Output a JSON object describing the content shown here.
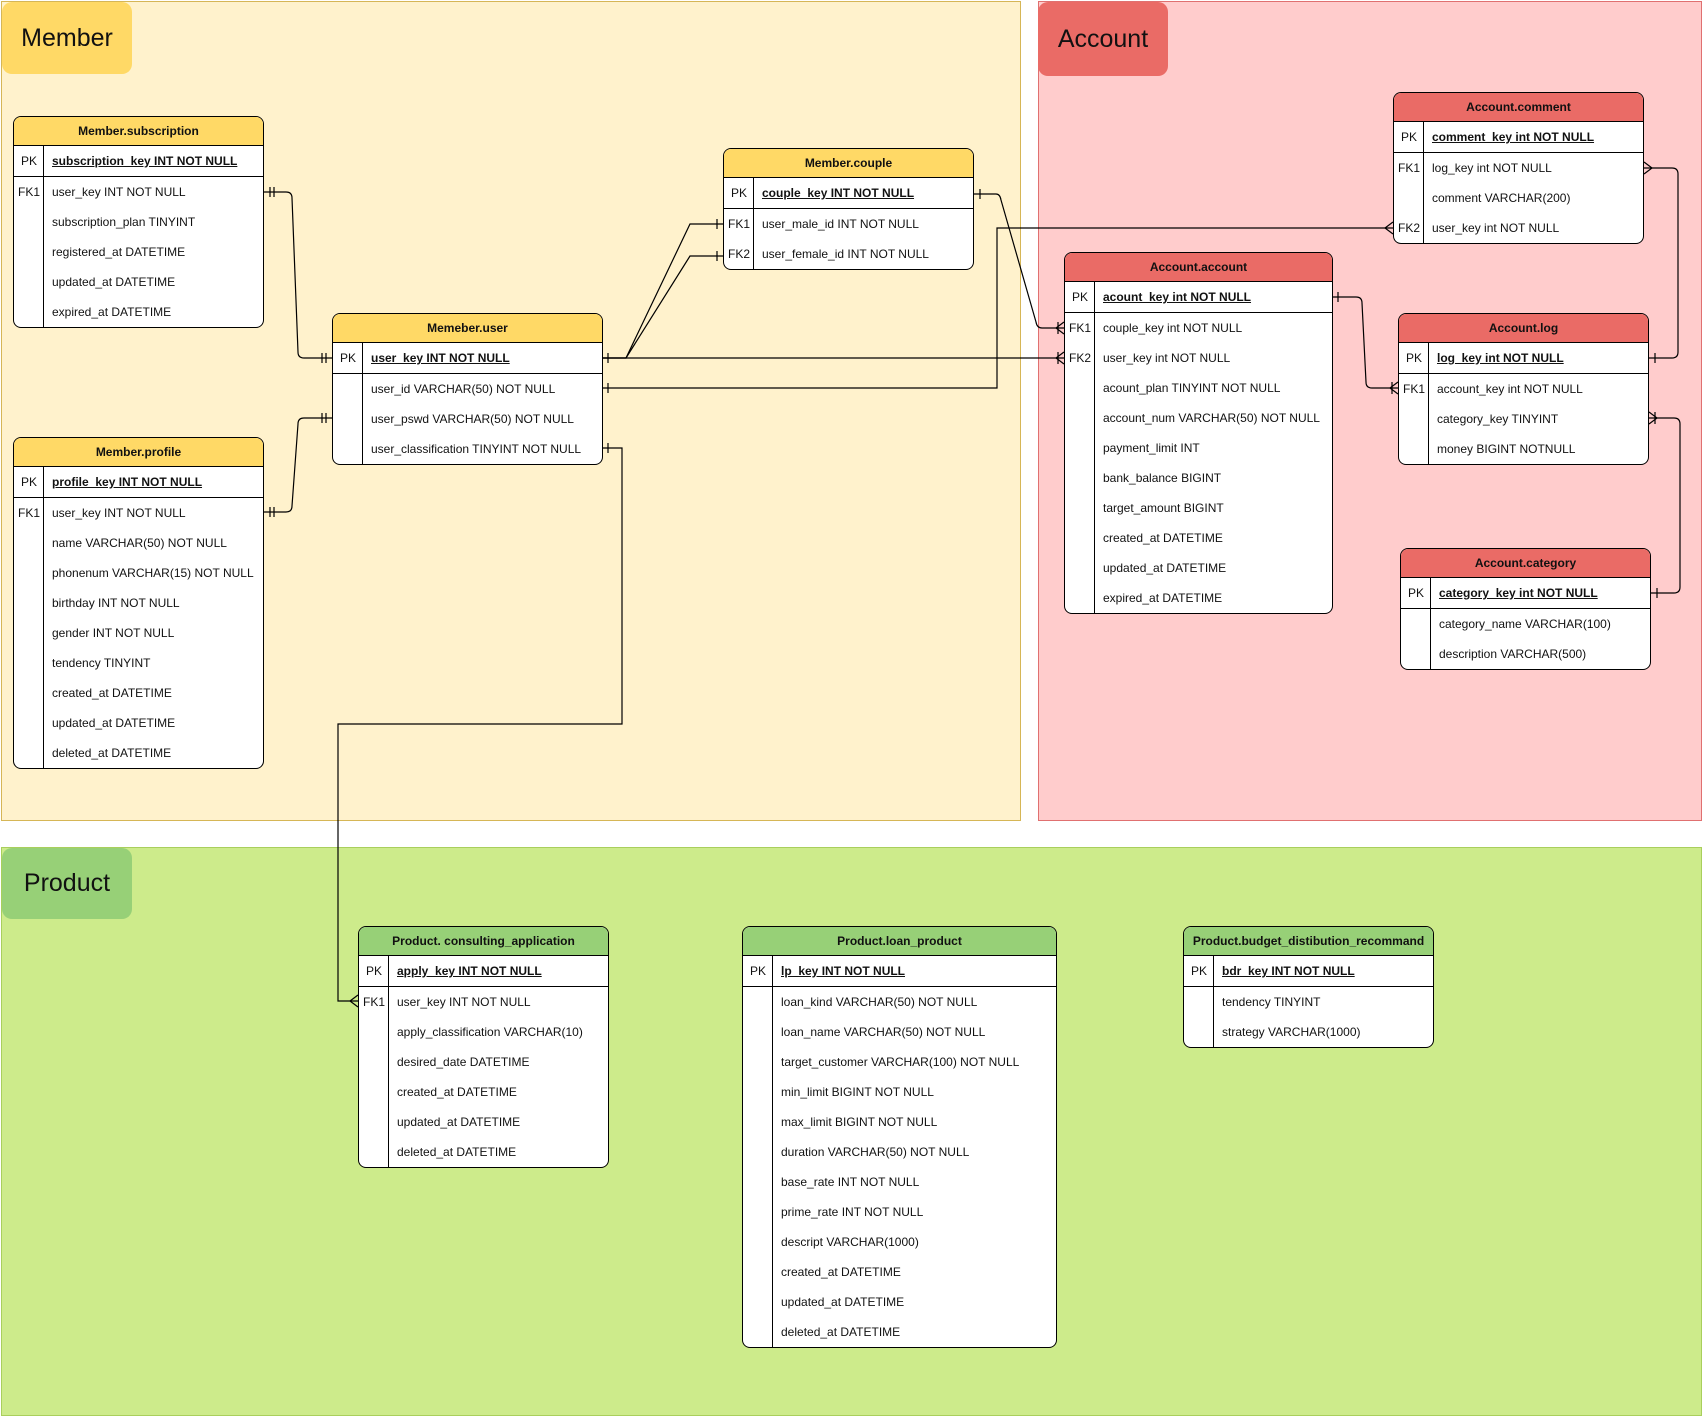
{
  "zones": {
    "member": "Member",
    "account": "Account",
    "product": "Product"
  },
  "entities": {
    "subscription": {
      "title": "Member.subscription",
      "pk": {
        "key": "PK",
        "field": "subscription_key INT NOT NULL"
      },
      "rows": [
        {
          "key": "FK1",
          "field": "user_key INT NOT NULL"
        },
        {
          "key": "",
          "field": "subscription_plan TINYINT"
        },
        {
          "key": "",
          "field": "registered_at DATETIME"
        },
        {
          "key": "",
          "field": "updated_at DATETIME"
        },
        {
          "key": "",
          "field": "expired_at DATETIME"
        }
      ]
    },
    "profile": {
      "title": "Member.profile",
      "pk": {
        "key": "PK",
        "field": "profile_key INT NOT NULL"
      },
      "rows": [
        {
          "key": "FK1",
          "field": "user_key INT NOT NULL"
        },
        {
          "key": "",
          "field": "name VARCHAR(50) NOT NULL"
        },
        {
          "key": "",
          "field": "phonenum VARCHAR(15) NOT NULL"
        },
        {
          "key": "",
          "field": "birthday INT NOT NULL"
        },
        {
          "key": "",
          "field": "gender INT NOT NULL"
        },
        {
          "key": "",
          "field": "tendency TINYINT"
        },
        {
          "key": "",
          "field": "created_at DATETIME"
        },
        {
          "key": "",
          "field": "updated_at DATETIME"
        },
        {
          "key": "",
          "field": "deleted_at DATETIME"
        }
      ]
    },
    "user": {
      "title": "Memeber.user",
      "pk": {
        "key": "PK",
        "field": "user_key INT NOT NULL"
      },
      "rows": [
        {
          "key": "",
          "field": "user_id VARCHAR(50) NOT NULL"
        },
        {
          "key": "",
          "field": "user_pswd VARCHAR(50) NOT NULL"
        },
        {
          "key": "",
          "field": "user_classification TINYINT NOT NULL"
        }
      ]
    },
    "couple": {
      "title": "Member.couple",
      "pk": {
        "key": "PK",
        "field": "couple_key INT NOT NULL"
      },
      "rows": [
        {
          "key": "FK1",
          "field": "user_male_id INT NOT NULL"
        },
        {
          "key": "FK2",
          "field": "user_female_id INT NOT NULL"
        }
      ]
    },
    "comment": {
      "title": "Account.comment",
      "pk": {
        "key": "PK",
        "field": "comment_key int NOT NULL"
      },
      "rows": [
        {
          "key": "FK1",
          "field": "log_key int NOT NULL"
        },
        {
          "key": "",
          "field": "comment VARCHAR(200)"
        },
        {
          "key": "FK2",
          "field": "user_key int NOT NULL"
        }
      ]
    },
    "account": {
      "title": "Account.account",
      "pk": {
        "key": "PK",
        "field": "acount_key int NOT NULL"
      },
      "rows": [
        {
          "key": "FK1",
          "field": "couple_key int NOT NULL"
        },
        {
          "key": "FK2",
          "field": "user_key int NOT NULL"
        },
        {
          "key": "",
          "field": "acount_plan TINYINT NOT NULL"
        },
        {
          "key": "",
          "field": "account_num VARCHAR(50) NOT NULL"
        },
        {
          "key": "",
          "field": "payment_limit INT"
        },
        {
          "key": "",
          "field": "bank_balance BIGINT"
        },
        {
          "key": "",
          "field": "target_amount BIGINT"
        },
        {
          "key": "",
          "field": "created_at DATETIME"
        },
        {
          "key": "",
          "field": "updated_at DATETIME"
        },
        {
          "key": "",
          "field": "expired_at DATETIME"
        }
      ]
    },
    "log": {
      "title": "Account.log",
      "pk": {
        "key": "PK",
        "field": "log_key int NOT NULL"
      },
      "rows": [
        {
          "key": "FK1",
          "field": "account_key int NOT NULL"
        },
        {
          "key": "",
          "field": "category_key TINYINT"
        },
        {
          "key": "",
          "field": "money BIGINT NOTNULL"
        }
      ]
    },
    "category": {
      "title": "Account.category",
      "pk": {
        "key": "PK",
        "field": "category_key int NOT NULL"
      },
      "rows": [
        {
          "key": "",
          "field": "category_name VARCHAR(100)"
        },
        {
          "key": "",
          "field": "description VARCHAR(500)"
        }
      ]
    },
    "consulting": {
      "title": "Product. consulting_application",
      "pk": {
        "key": "PK",
        "field": "apply_key INT NOT NULL"
      },
      "rows": [
        {
          "key": "FK1",
          "field": "user_key INT NOT NULL"
        },
        {
          "key": "",
          "field": "apply_classification VARCHAR(10)"
        },
        {
          "key": "",
          "field": "desired_date DATETIME"
        },
        {
          "key": "",
          "field": "created_at DATETIME"
        },
        {
          "key": "",
          "field": "updated_at DATETIME"
        },
        {
          "key": "",
          "field": "deleted_at DATETIME"
        }
      ]
    },
    "loan": {
      "title": "Product.loan_product",
      "pk": {
        "key": "PK",
        "field": "lp_key INT NOT NULL"
      },
      "rows": [
        {
          "key": "",
          "field": "loan_kind VARCHAR(50) NOT NULL"
        },
        {
          "key": "",
          "field": "loan_name VARCHAR(50) NOT NULL"
        },
        {
          "key": "",
          "field": "target_customer VARCHAR(100) NOT NULL"
        },
        {
          "key": "",
          "field": "min_limit BIGINT NOT NULL"
        },
        {
          "key": "",
          "field": "max_limit BIGINT NOT NULL"
        },
        {
          "key": "",
          "field": "duration VARCHAR(50) NOT NULL"
        },
        {
          "key": "",
          "field": "base_rate INT NOT NULL"
        },
        {
          "key": "",
          "field": "prime_rate INT NOT NULL"
        },
        {
          "key": "",
          "field": "descript VARCHAR(1000)"
        },
        {
          "key": "",
          "field": "created_at DATETIME"
        },
        {
          "key": "",
          "field": "updated_at DATETIME"
        },
        {
          "key": "",
          "field": "deleted_at DATETIME"
        }
      ]
    },
    "budget": {
      "title": "Product.budget_distibution_recommand",
      "pk": {
        "key": "PK",
        "field": "bdr_key INT NOT NULL"
      },
      "rows": [
        {
          "key": "",
          "field": "tendency TINYINT"
        },
        {
          "key": "",
          "field": "strategy VARCHAR(1000)"
        }
      ]
    }
  }
}
